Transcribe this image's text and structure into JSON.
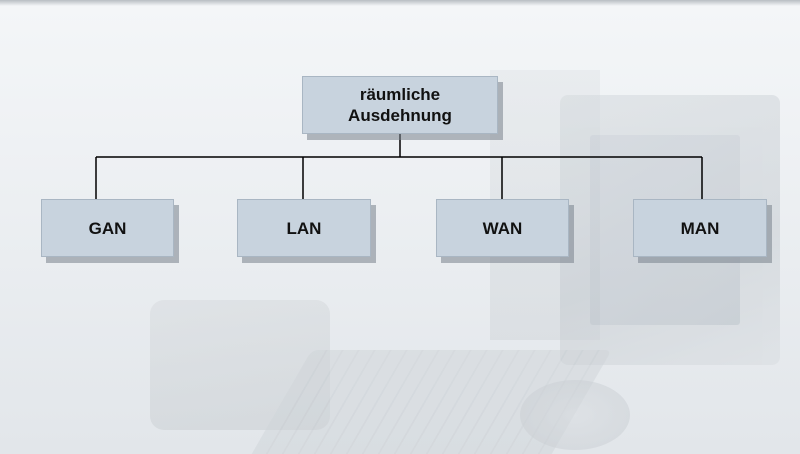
{
  "diagram": {
    "root": {
      "label": "räumliche\nAusdehnung"
    },
    "children": [
      {
        "label": "GAN"
      },
      {
        "label": "LAN"
      },
      {
        "label": "WAN"
      },
      {
        "label": "MAN"
      }
    ],
    "line_color": "#000000",
    "box_color": "#c8d3de"
  }
}
